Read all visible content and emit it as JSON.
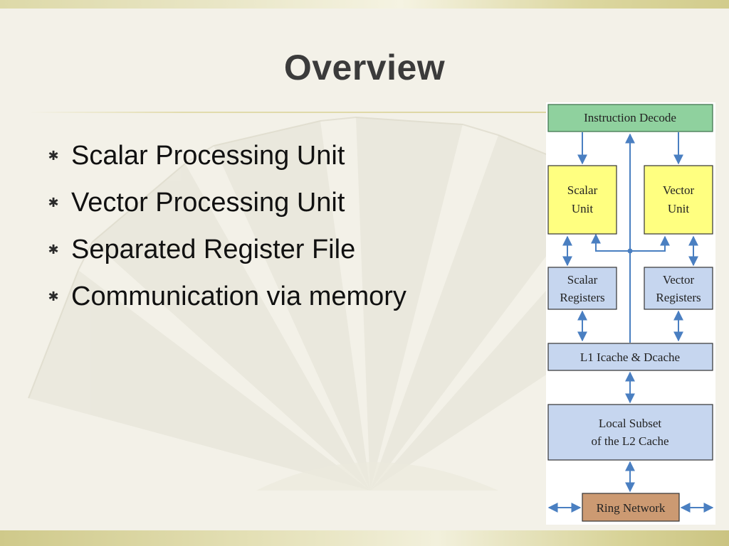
{
  "slide": {
    "title": "Overview",
    "bullet_icon": "asterisk-bullet-icon",
    "bullets": [
      "Scalar Processing Unit",
      "Vector Processing Unit",
      "Separated Register File",
      "Communication via memory"
    ]
  },
  "diagram": {
    "instruction_decode": "Instruction Decode",
    "scalar_unit": [
      "Scalar",
      "Unit"
    ],
    "vector_unit": [
      "Vector",
      "Unit"
    ],
    "scalar_registers": [
      "Scalar",
      "Registers"
    ],
    "vector_registers": [
      "Vector",
      "Registers"
    ],
    "l1_cache": "L1 Icache & Dcache",
    "l2_cache": [
      "Local Subset",
      "of the L2 Cache"
    ],
    "ring_network": "Ring Network",
    "colors": {
      "decode": "#8fd19e",
      "unit": "#ffff80",
      "register": "#c6d6ef",
      "ring": "#cc9a72",
      "arrow": "#4a7fc1"
    }
  }
}
